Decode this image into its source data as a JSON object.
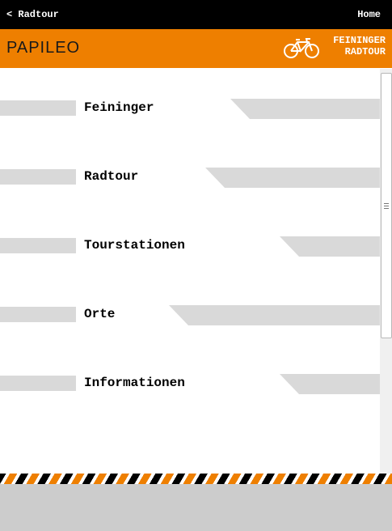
{
  "topbar": {
    "back_label": "< Radtour",
    "home_label": "Home"
  },
  "brand": {
    "logo": "PAPILEO",
    "tagline_line1": "FEININGER",
    "tagline_line2": "RADTOUR",
    "bike_icon": "bicycle-icon"
  },
  "menu": [
    {
      "label": "Feininger"
    },
    {
      "label": "Radtour"
    },
    {
      "label": "Tourstationen"
    },
    {
      "label": "Orte"
    },
    {
      "label": "Informationen"
    }
  ],
  "colors": {
    "accent": "#ee7f00",
    "bar": "#d9d9d9",
    "topbar": "#000000",
    "footer": "#cccccc"
  }
}
